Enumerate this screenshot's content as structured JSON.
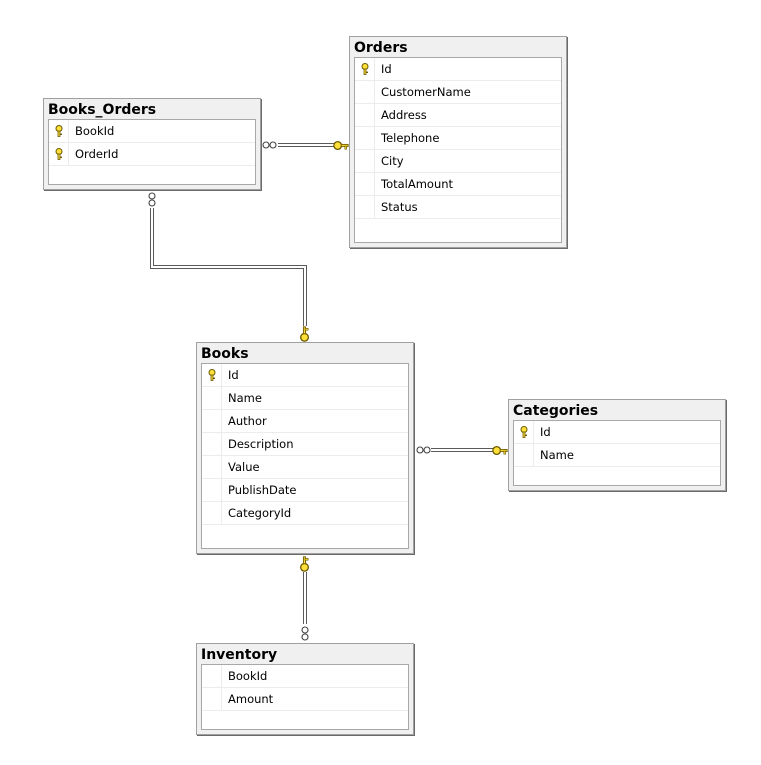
{
  "tables": {
    "books_orders": {
      "title": "Books_Orders",
      "columns": [
        {
          "name": "BookId",
          "pk": true
        },
        {
          "name": "OrderId",
          "pk": true
        }
      ]
    },
    "orders": {
      "title": "Orders",
      "columns": [
        {
          "name": "Id",
          "pk": true
        },
        {
          "name": "CustomerName",
          "pk": false
        },
        {
          "name": "Address",
          "pk": false
        },
        {
          "name": "Telephone",
          "pk": false
        },
        {
          "name": "City",
          "pk": false
        },
        {
          "name": "TotalAmount",
          "pk": false
        },
        {
          "name": "Status",
          "pk": false
        }
      ]
    },
    "books": {
      "title": "Books",
      "columns": [
        {
          "name": "Id",
          "pk": true
        },
        {
          "name": "Name",
          "pk": false
        },
        {
          "name": "Author",
          "pk": false
        },
        {
          "name": "Description",
          "pk": false
        },
        {
          "name": "Value",
          "pk": false
        },
        {
          "name": "PublishDate",
          "pk": false
        },
        {
          "name": "CategoryId",
          "pk": false
        }
      ]
    },
    "categories": {
      "title": "Categories",
      "columns": [
        {
          "name": "Id",
          "pk": true
        },
        {
          "name": "Name",
          "pk": false
        }
      ]
    },
    "inventory": {
      "title": "Inventory",
      "columns": [
        {
          "name": "BookId",
          "pk": false
        },
        {
          "name": "Amount",
          "pk": false
        }
      ]
    }
  },
  "relationships": [
    {
      "from": "books_orders",
      "to": "orders",
      "many_end": "books_orders",
      "one_end": "orders"
    },
    {
      "from": "books_orders",
      "to": "books",
      "many_end": "books_orders",
      "one_end": "books"
    },
    {
      "from": "books",
      "to": "categories",
      "many_end": "books",
      "one_end": "categories"
    },
    {
      "from": "books",
      "to": "inventory",
      "many_end": "inventory",
      "one_end": "books"
    }
  ],
  "colors": {
    "key_fill": "#ffdf3a",
    "key_stroke": "#6b5a00",
    "line": "#5a5a5a"
  }
}
